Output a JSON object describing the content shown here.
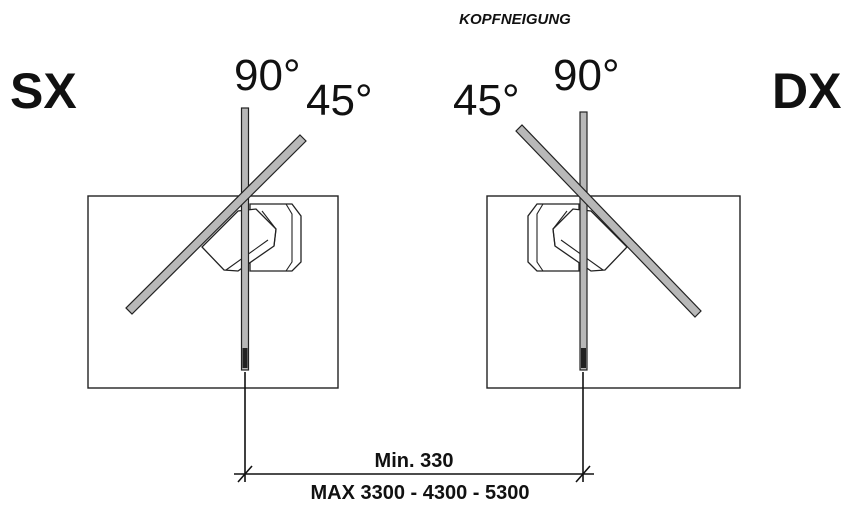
{
  "header": {
    "title": "KOPFNEIGUNG"
  },
  "left_side": {
    "label": "SX",
    "angle_vertical": "90°",
    "angle_diagonal": "45°"
  },
  "right_side": {
    "label": "DX",
    "angle_vertical": "90°",
    "angle_diagonal": "45°"
  },
  "dimension": {
    "min_label": "Min. 330",
    "max_label": "MAX 3300 - 4300 - 5300"
  }
}
